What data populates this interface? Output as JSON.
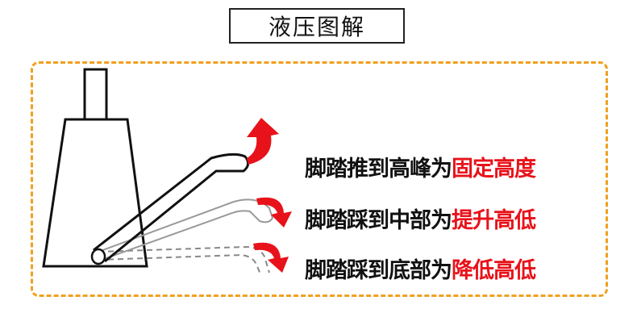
{
  "title": "液压图解",
  "captions": [
    {
      "prefix": "脚踏推到高峰为",
      "highlight": "固定高度"
    },
    {
      "prefix": "脚踏踩到中部为",
      "highlight": "提升高低"
    },
    {
      "prefix": "脚踏踩到底部为",
      "highlight": "降低高低"
    }
  ],
  "colors": {
    "frame": "#f0a020",
    "highlight": "#e8121a",
    "arrow": "#e8121a"
  }
}
